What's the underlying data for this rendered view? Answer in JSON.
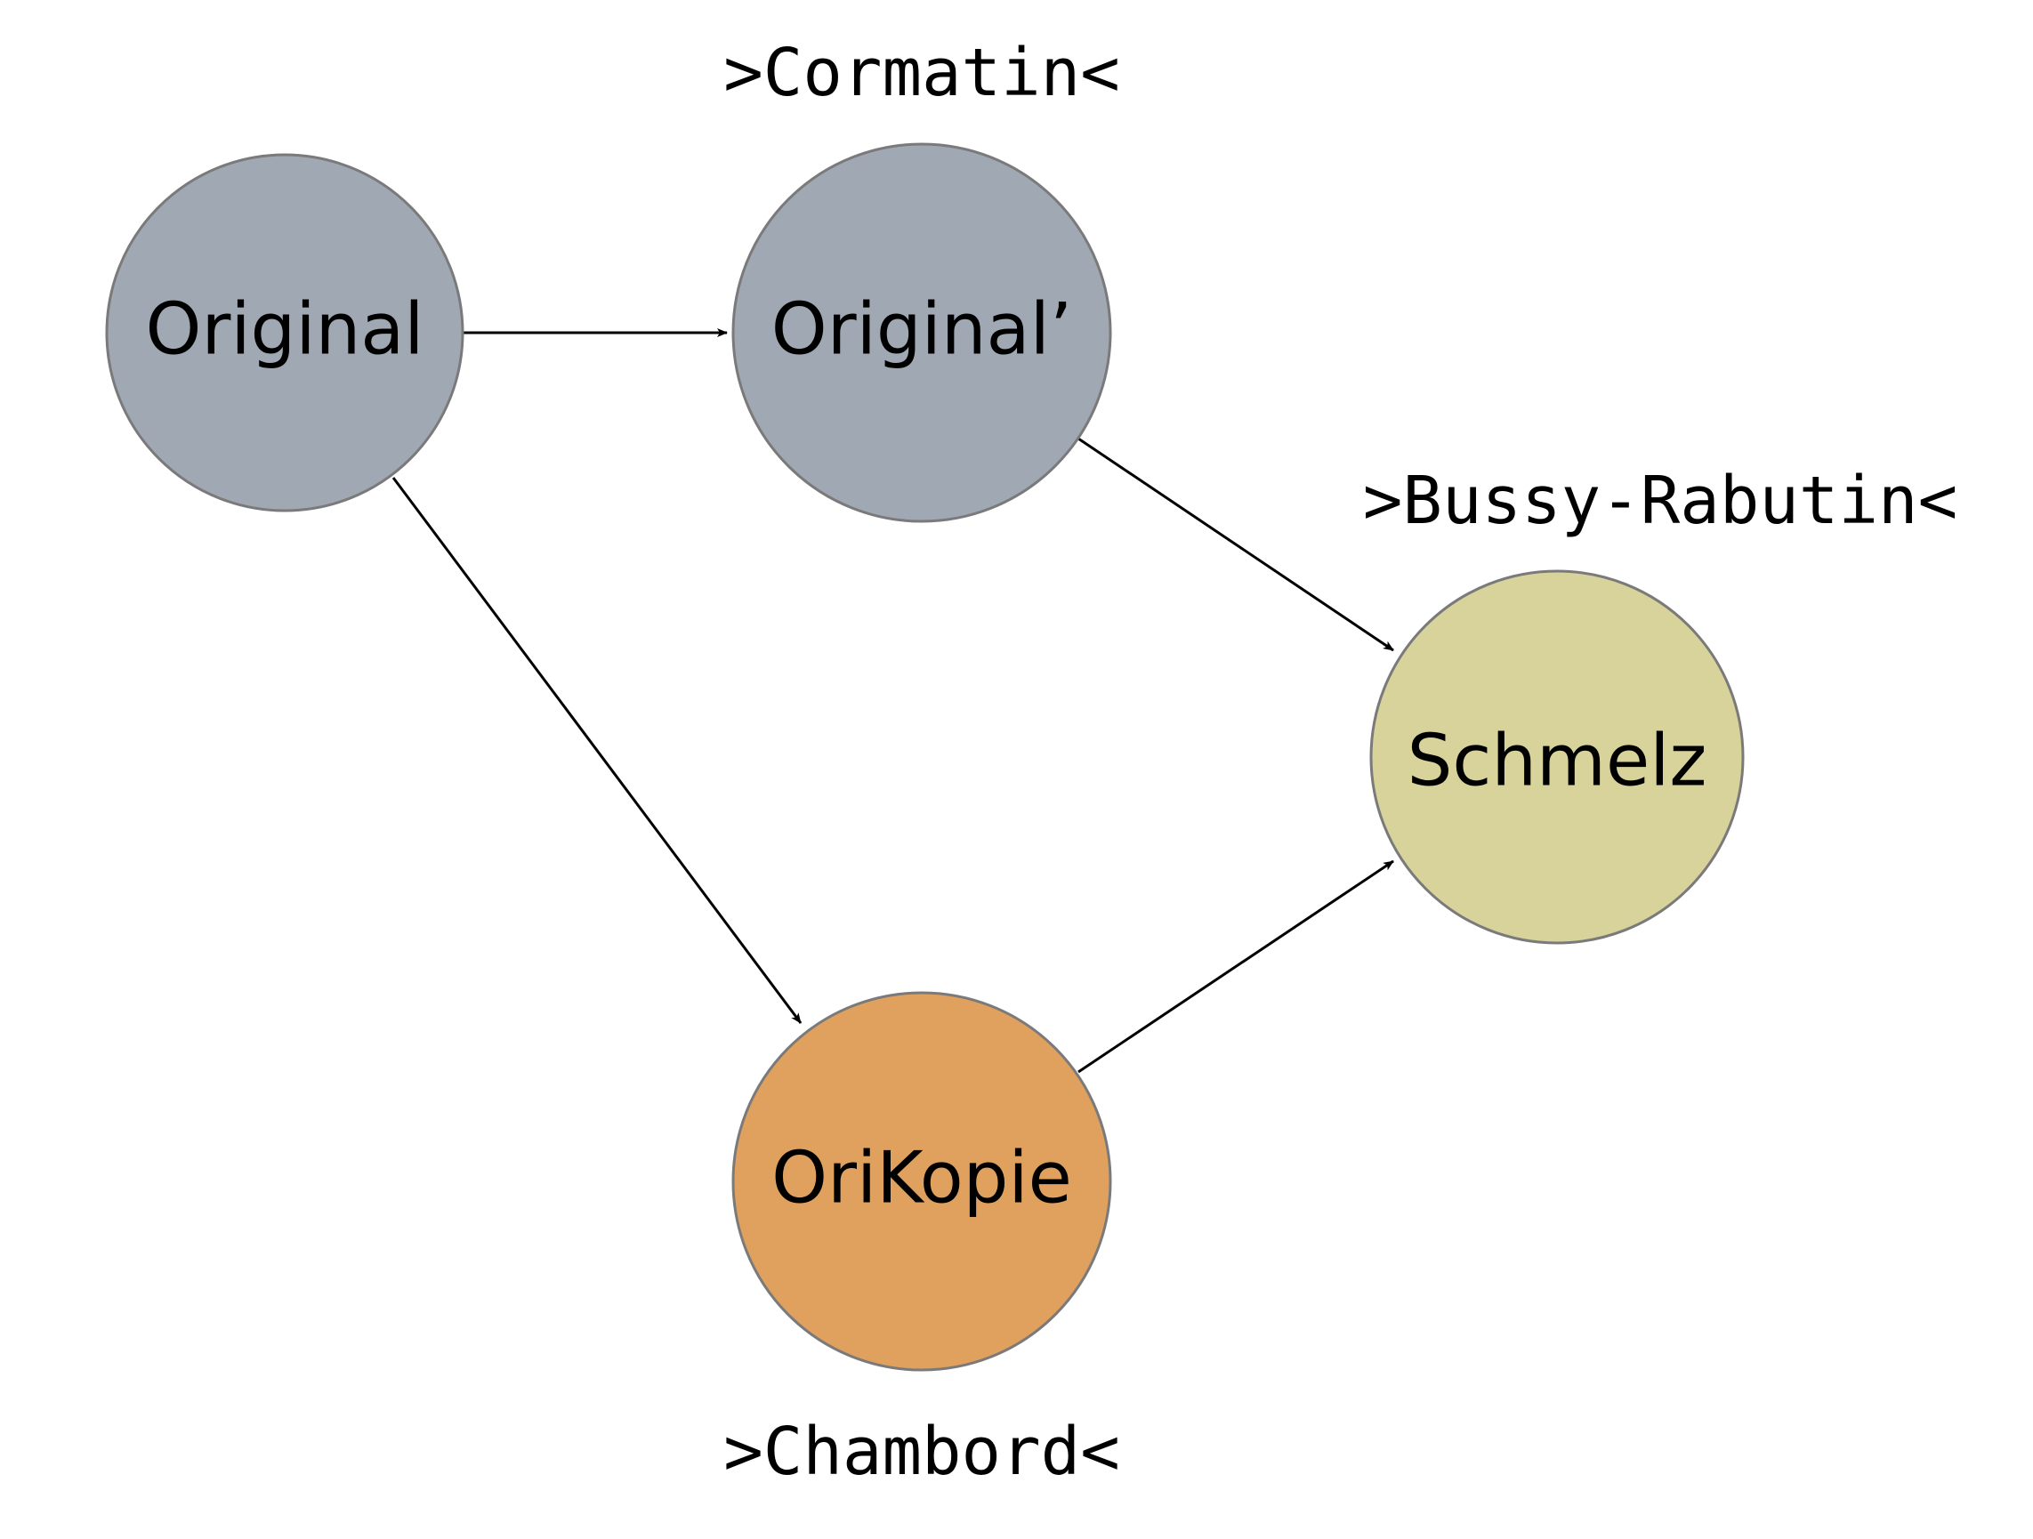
{
  "nodes": {
    "original": {
      "label": "Original",
      "fill": "#9fa8b3"
    },
    "original_prime": {
      "label": "Original’",
      "fill": "#9fa8b3"
    },
    "schmelz": {
      "label": "Schmelz",
      "fill": "#d7d39b"
    },
    "orikopie": {
      "label": "OriKopie",
      "fill": "#e0a15f"
    }
  },
  "captions": {
    "cormatin": ">Cormatin<",
    "bussy_rabutin": ">Bussy-Rabutin<",
    "chambord": ">Chambord<"
  },
  "edges": [
    {
      "from": "Original",
      "to": "Original’"
    },
    {
      "from": "Original",
      "to": "OriKopie"
    },
    {
      "from": "Original’",
      "to": "Schmelz"
    },
    {
      "from": "OriKopie",
      "to": "Schmelz"
    }
  ]
}
